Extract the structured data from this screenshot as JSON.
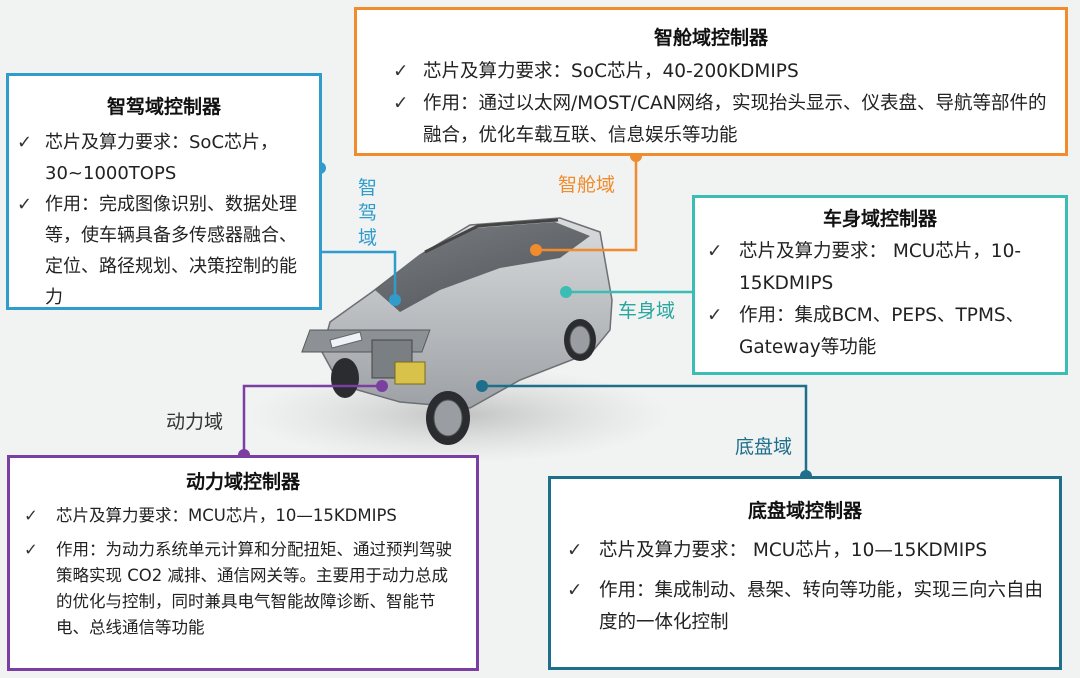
{
  "colors": {
    "smart_drive": "#2f9ccc",
    "cockpit": "#f08c2c",
    "body": "#3bbcb5",
    "power": "#7a3fa0",
    "chassis": "#1e6f8c"
  },
  "smart_drive": {
    "label": "智驾域",
    "title": "智驾域控制器",
    "items": [
      "芯片及算力要求：SoC芯片，30~1000TOPS",
      "作用：完成图像识别、数据处理等，使车辆具备多传感器融合、定位、路径规划、决策控制的能力"
    ]
  },
  "cockpit": {
    "label": "智舱域",
    "title": "智舱域控制器",
    "items": [
      "芯片及算力要求：SoC芯片，40-200KDMIPS",
      "作用：通过以太网/MOST/CAN网络，实现抬头显示、仪表盘、导航等部件的融合，优化车载互联、信息娱乐等功能"
    ]
  },
  "body": {
    "label": "车身域",
    "title": "车身域控制器",
    "items": [
      "芯片及算力要求： MCU芯片，10-15KDMIPS",
      "作用：集成BCM、PEPS、TPMS、Gateway等功能"
    ]
  },
  "power": {
    "label": "动力域",
    "title": "动力域控制器",
    "items": [
      "芯片及算力要求：MCU芯片，10—15KDMIPS",
      "作用：为动力系统单元计算和分配扭矩、通过预判驾驶策略实现 CO2 减排、通信网关等。主要用于动力总成的优化与控制，同时兼具电气智能故障诊断、智能节电、总线通信等功能"
    ]
  },
  "chassis": {
    "label": "底盘域",
    "title": "底盘域控制器",
    "items": [
      "芯片及算力要求： MCU芯片，10—15KDMIPS",
      "作用：集成制动、悬架、转向等功能，实现三向六自由度的一体化控制"
    ]
  }
}
